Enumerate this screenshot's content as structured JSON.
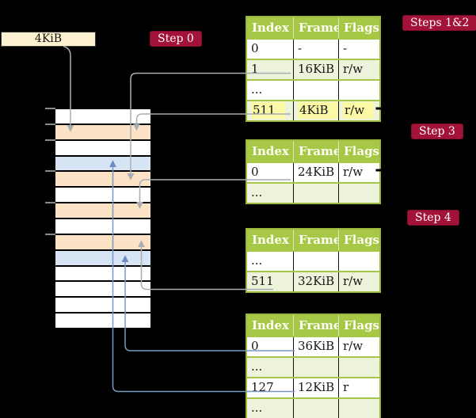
{
  "legend": {
    "frame_label": "4KiB"
  },
  "step_labels": {
    "step0": "Step 0",
    "steps12": "Steps 1&2",
    "step3": "Step 3",
    "step4": "Step 4"
  },
  "memory": {
    "rows": [
      "white",
      "orange",
      "white",
      "blue",
      "orange",
      "white",
      "orange",
      "white",
      "orange",
      "blue",
      "white",
      "white",
      "white",
      "white"
    ],
    "tick_count": 6
  },
  "tables": [
    {
      "name": "page-table-steps12",
      "headers": [
        "Index",
        "Frame",
        "Flags"
      ],
      "rows": [
        {
          "index": "0",
          "frame": "-",
          "flags": "-"
        },
        {
          "index": "1",
          "frame": "16KiB",
          "flags": "r/w"
        },
        {
          "index": "...",
          "frame": "",
          "flags": ""
        },
        {
          "index": "511",
          "frame": "4KiB",
          "flags": "r/w"
        }
      ]
    },
    {
      "name": "page-table-step3",
      "headers": [
        "Index",
        "Frame",
        "Flags"
      ],
      "rows": [
        {
          "index": "0",
          "frame": "24KiB",
          "flags": "r/w"
        },
        {
          "index": "...",
          "frame": "",
          "flags": ""
        }
      ]
    },
    {
      "name": "page-table-step4-upper",
      "headers": [
        "Index",
        "Frame",
        "Flags"
      ],
      "rows": [
        {
          "index": "...",
          "frame": "",
          "flags": ""
        },
        {
          "index": "511",
          "frame": "32KiB",
          "flags": "r/w"
        }
      ]
    },
    {
      "name": "page-table-step4-lower",
      "headers": [
        "Index",
        "Frame",
        "Flags"
      ],
      "rows": [
        {
          "index": "0",
          "frame": "36KiB",
          "flags": "r/w"
        },
        {
          "index": "...",
          "frame": "",
          "flags": ""
        },
        {
          "index": "127",
          "frame": "12KiB",
          "flags": "r"
        },
        {
          "index": "...",
          "frame": "",
          "flags": ""
        }
      ]
    }
  ],
  "colors": {
    "background": "#000000",
    "table_green": "#a6c846",
    "table_border_green": "#9cb83e",
    "row_light_green": "#edf2db",
    "highlight_yellow": "#fbf8a6",
    "memory_orange": "#fce3c5",
    "memory_blue": "#d7e4f3",
    "legend_cream": "#fdf2d0",
    "step_crimson": "#a31337",
    "arrow_gray": "#a9aeb4",
    "arrow_blue": "#7b97c6"
  }
}
